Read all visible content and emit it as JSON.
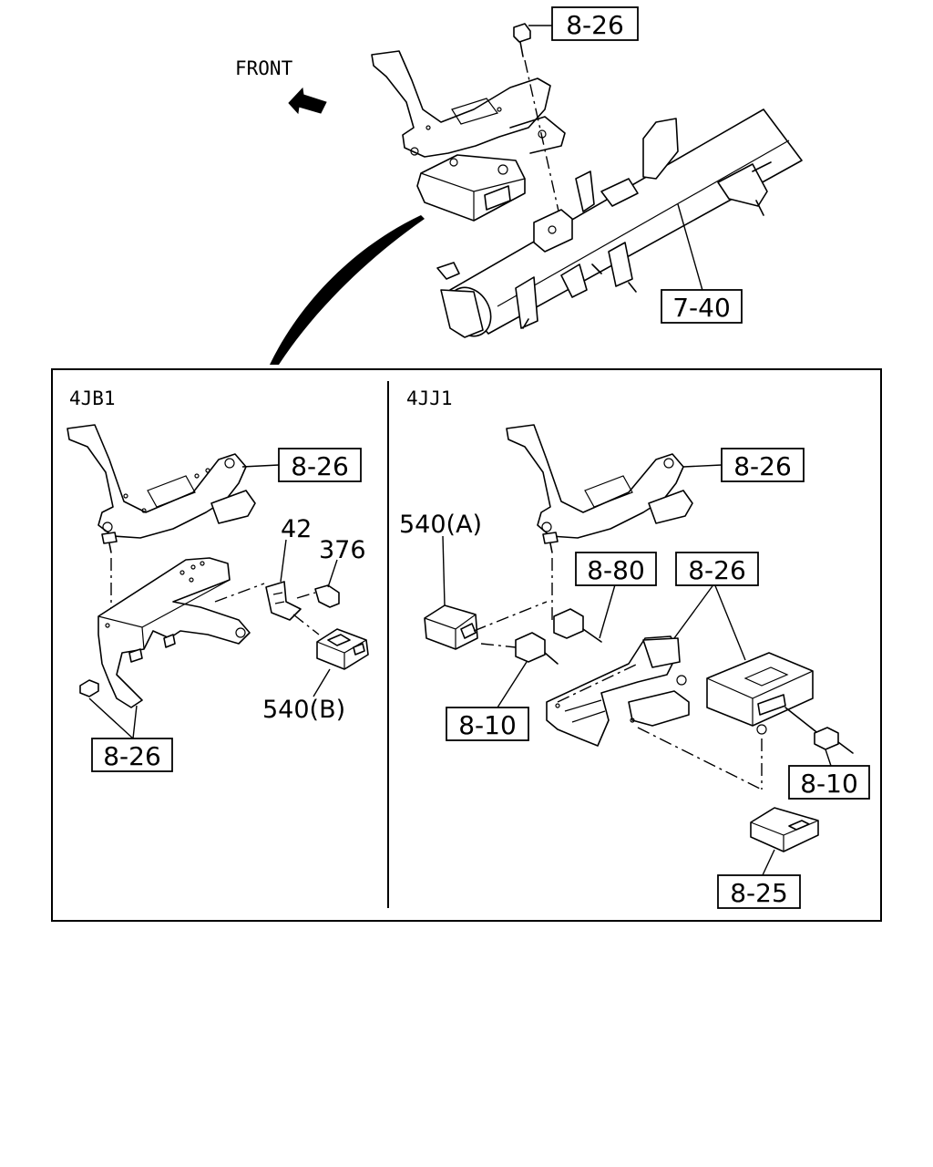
{
  "front_label": "FRONT",
  "panels": {
    "left": {
      "title": "4JB1"
    },
    "right": {
      "title": "4JJ1"
    }
  },
  "callouts": {
    "top_bolt": "8-26",
    "crossmember": "7-40",
    "left_bracket": "8-26",
    "left_bottom": "8-26",
    "left_42": "42",
    "left_376": "376",
    "left_540b": "540(B)",
    "right_bracket": "8-26",
    "right_540a": "540(A)",
    "right_880": "8-80",
    "right_826_mid": "8-26",
    "right_810_left": "8-10",
    "right_810_right": "8-10",
    "right_825": "8-25"
  }
}
